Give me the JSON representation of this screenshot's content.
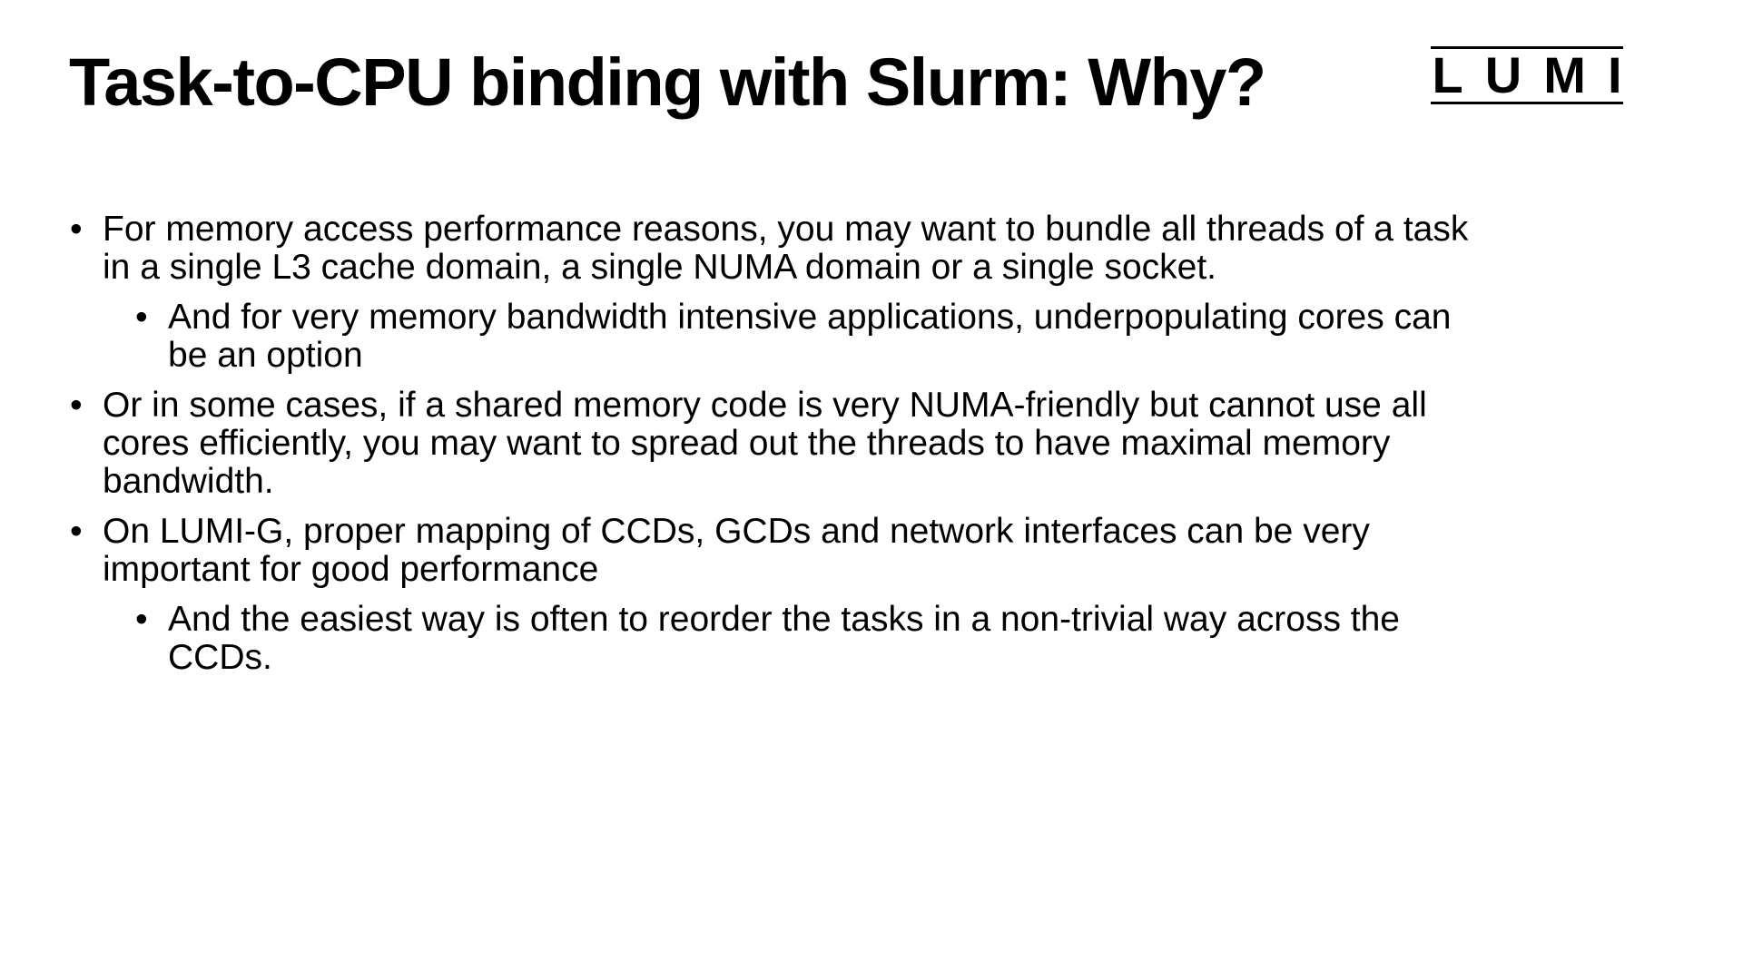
{
  "slide": {
    "title": "Task-to-CPU binding with Slurm: Why?",
    "logo": {
      "text": "LUMI"
    },
    "bullet_char": "•",
    "bullets": [
      {
        "level": 1,
        "text": "For memory access performance reasons, you may want to bundle all threads of a task\nin a single L3 cache domain, a single NUMA domain or a single socket."
      },
      {
        "level": 2,
        "text": "And for very memory bandwidth intensive applications, underpopulating cores can\nbe an option"
      },
      {
        "level": 1,
        "text": "Or in some cases, if a shared memory code is very NUMA-friendly but cannot use all\ncores efficiently, you may want to spread out the threads to have maximal memory\nbandwidth."
      },
      {
        "level": 1,
        "text": "On LUMI-G, proper mapping of CCDs, GCDs and network interfaces can be very\nimportant for good performance"
      },
      {
        "level": 2,
        "text": "And the easiest way is often to reorder the tasks in a non-trivial way across the\nCCDs."
      }
    ]
  }
}
